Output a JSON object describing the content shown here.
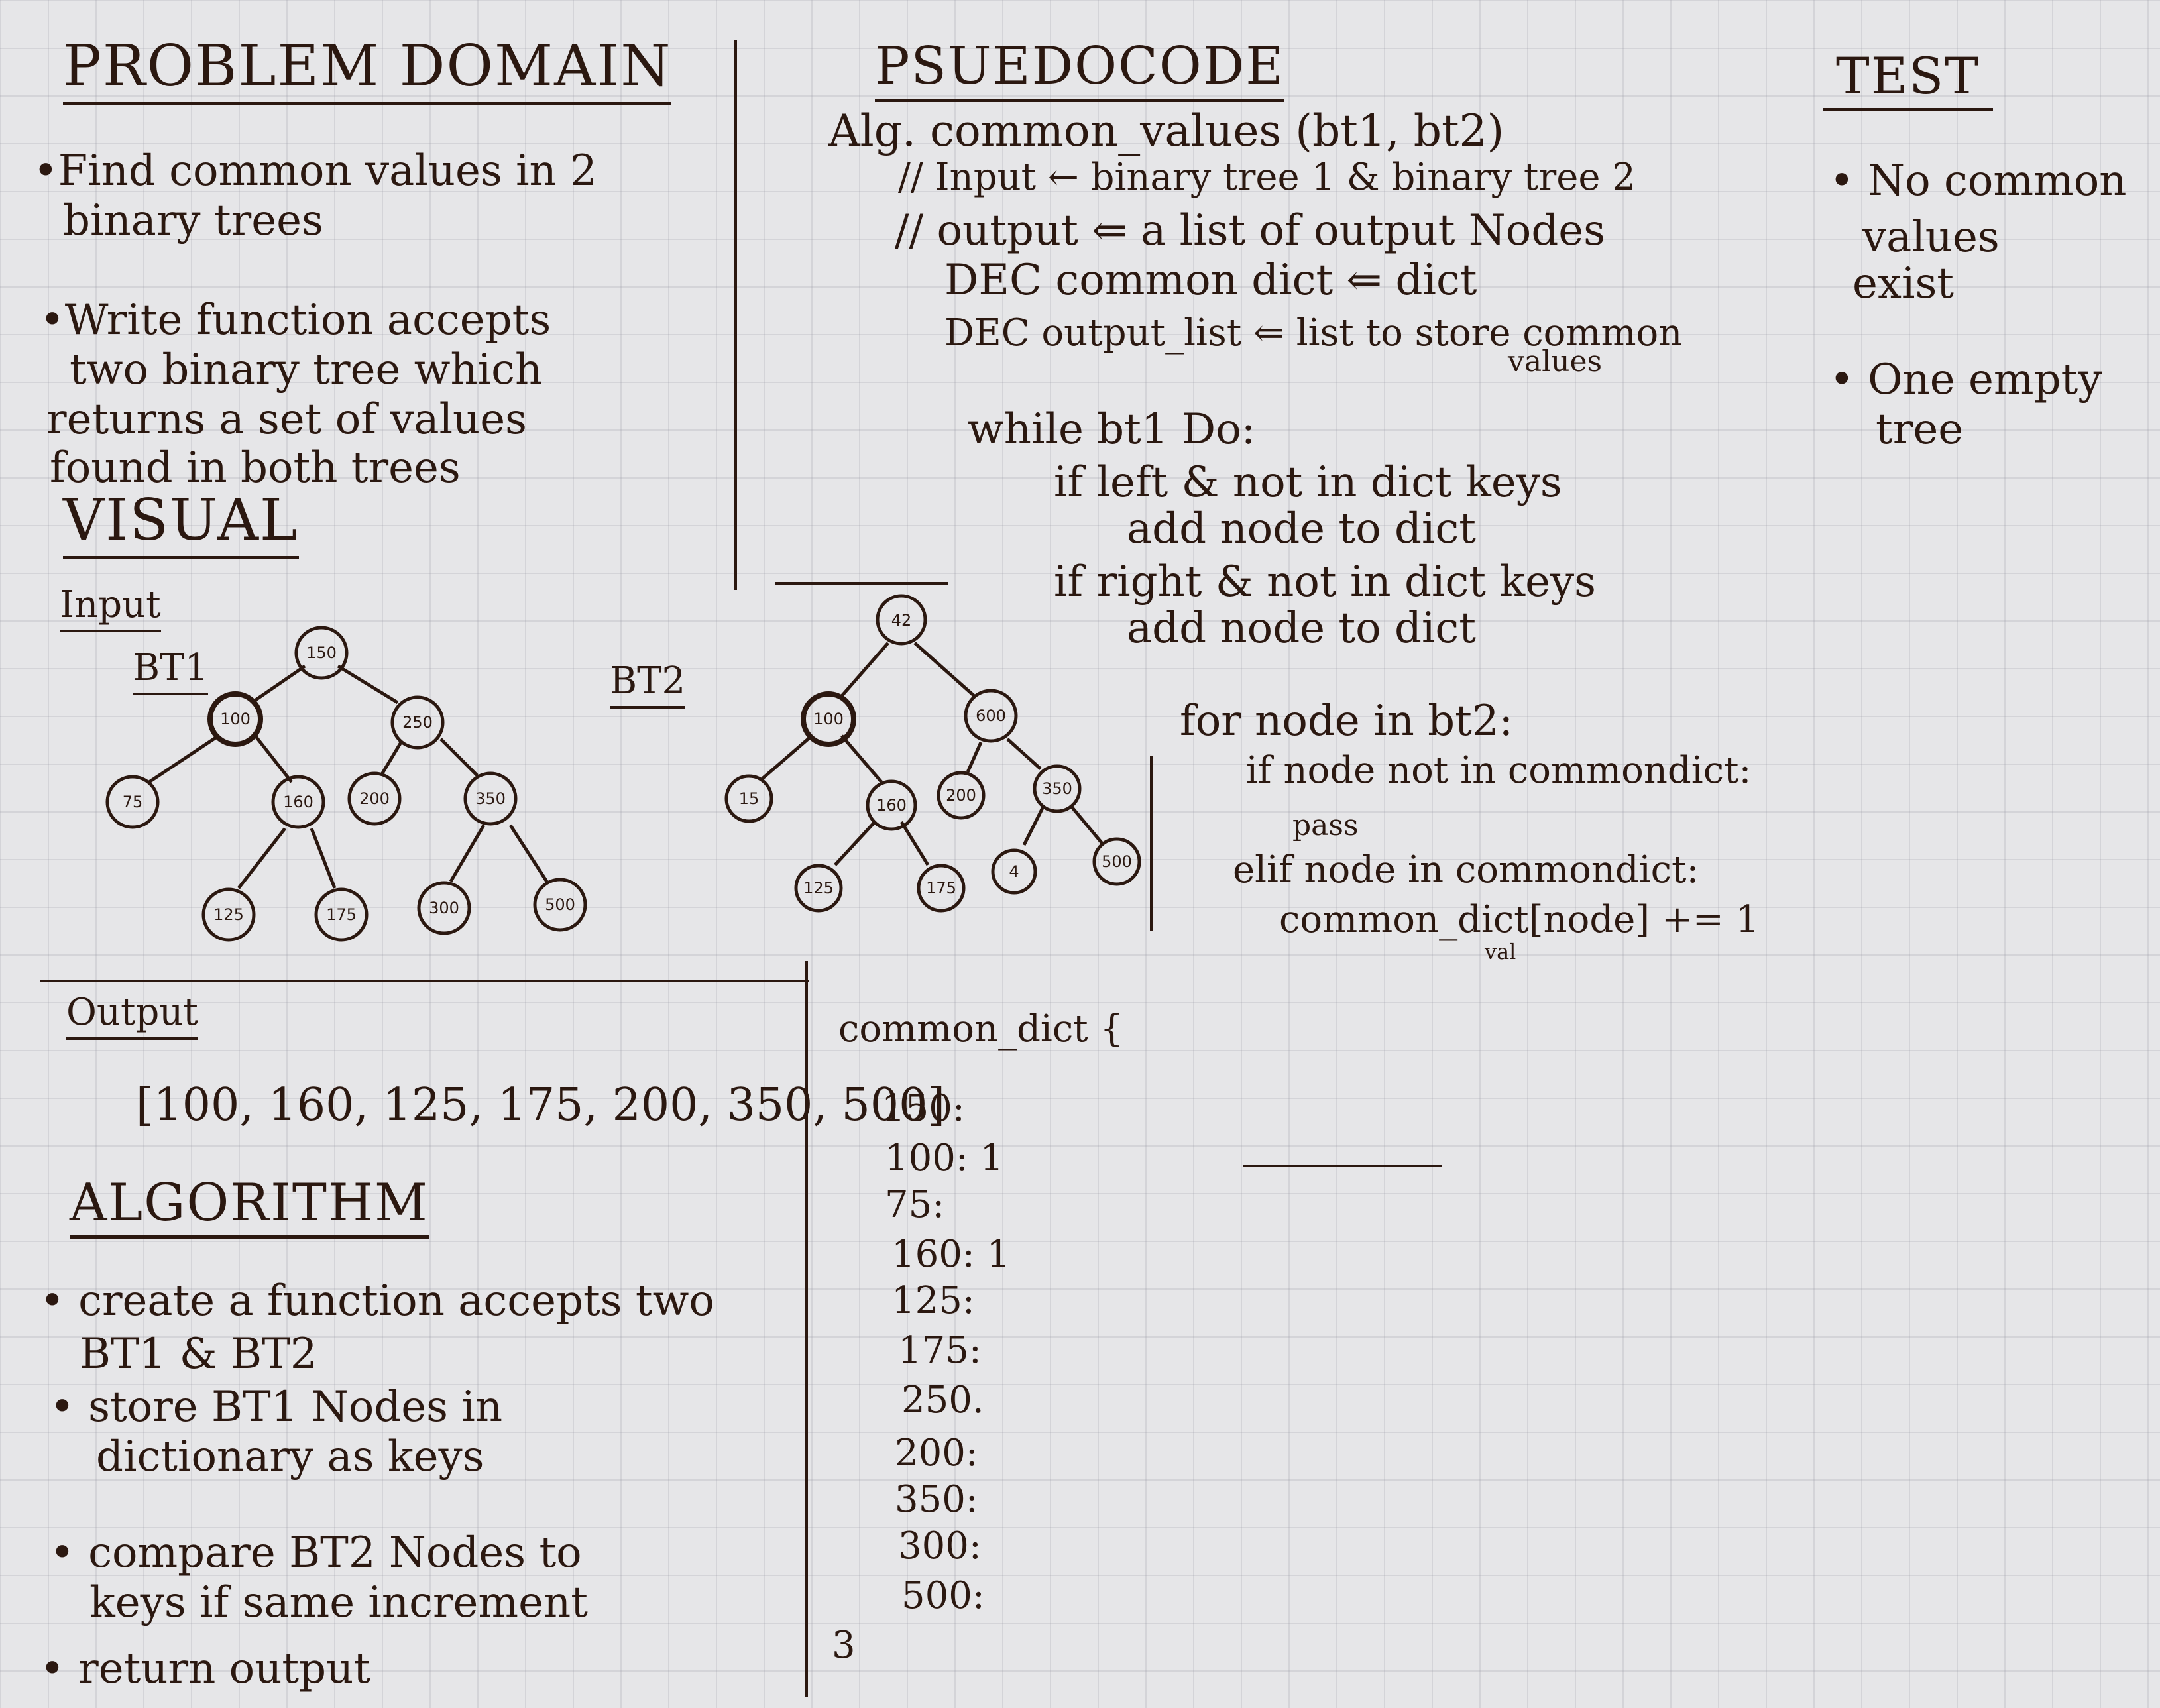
{
  "problem_domain": {
    "title": "PROBLEM DOMAIN",
    "bullets": [
      "•Find common values in 2",
      "binary trees",
      "•Write function accepts",
      "two binary tree which",
      "returns a set of values",
      "found in both trees"
    ]
  },
  "visual": {
    "title": "VISUAL",
    "input_label": "Input",
    "bt1_label": "BT1",
    "bt2_label": "BT2",
    "bt1_nodes": [
      "150",
      "100",
      "250",
      "75",
      "160",
      "200",
      "350",
      "125",
      "175",
      "300",
      "500"
    ],
    "bt2_nodes": [
      "42",
      "100",
      "600",
      "15",
      "160",
      "200",
      "350",
      "125",
      "175",
      "4",
      "500"
    ]
  },
  "pseudocode": {
    "title": "PSUEDOCODE",
    "lines": [
      "Alg.  common_values (bt1, bt2)",
      "// Input ← binary tree 1 & binary tree 2",
      "// output ⇐  a list of output Nodes",
      "DEC common dict ⇐ dict",
      "DEC output_list ⇐ list to store common",
      "values",
      "while bt1 Do:",
      "if left & not in dict keys",
      "add node to dict",
      "if right & not in dict keys",
      "add node to dict",
      "for node in bt2:",
      "if node not in commondict:",
      "pass",
      "elif node in commondict:",
      "common_dict[node] += 1",
      "val"
    ]
  },
  "test": {
    "title": "TEST",
    "items": [
      "• No common",
      "values",
      "exist",
      "• One empty",
      "tree"
    ]
  },
  "output": {
    "label": "Output",
    "value": "[100, 160, 125, 175, 200, 350, 500]"
  },
  "algorithm": {
    "title": "ALGORITHM",
    "bullets": [
      "• create a function accepts two",
      "BT1 & BT2",
      "• store BT1 Nodes in",
      "dictionary as keys",
      "• compare BT2 Nodes to",
      "keys if same increment",
      "• return output"
    ]
  },
  "common_dict": {
    "header": "common_dict {",
    "entries": [
      "150:",
      "100: 1",
      "75:",
      "160: 1",
      "125:",
      "175:",
      "250.",
      "200:",
      "350:",
      "300:",
      "500:"
    ],
    "close": "3"
  }
}
